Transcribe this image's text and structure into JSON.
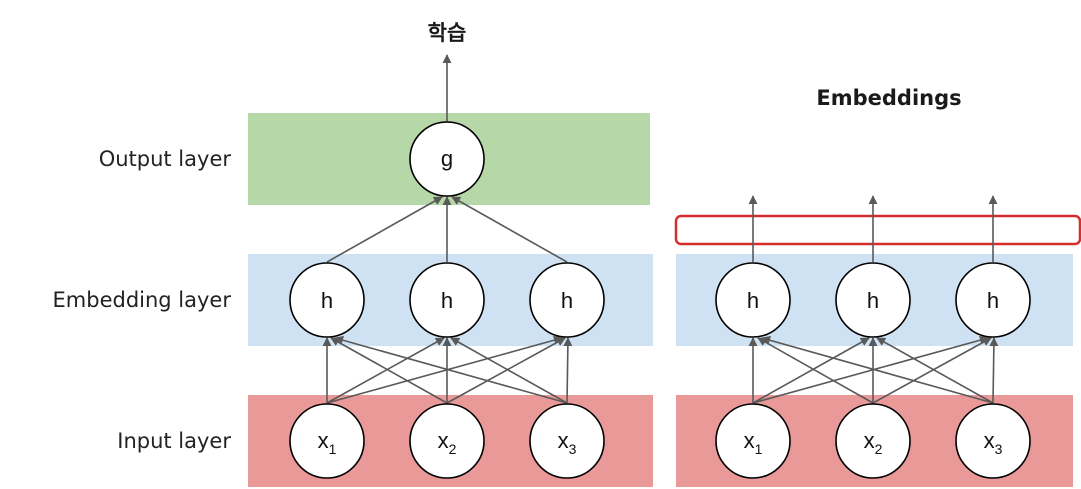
{
  "left_diagram": {
    "top_title": "학습",
    "layers": {
      "output_label": "Output layer",
      "embedding_label": "Embedding layer",
      "input_label": "Input layer"
    },
    "output_node": "g",
    "hidden_nodes": [
      "h",
      "h",
      "h"
    ],
    "input_nodes": [
      {
        "base": "x",
        "sub": "1"
      },
      {
        "base": "x",
        "sub": "2"
      },
      {
        "base": "x",
        "sub": "3"
      }
    ]
  },
  "right_diagram": {
    "top_title": "Embeddings",
    "hidden_nodes": [
      "h",
      "h",
      "h"
    ],
    "input_nodes": [
      {
        "base": "x",
        "sub": "1"
      },
      {
        "base": "x",
        "sub": "2"
      },
      {
        "base": "x",
        "sub": "3"
      }
    ]
  },
  "colors": {
    "output_band": "#b6d7a8",
    "embedding_band": "#cfe2f3",
    "input_band": "#ea9999",
    "highlight_box": "#d62d2d",
    "arrow": "#595959"
  }
}
